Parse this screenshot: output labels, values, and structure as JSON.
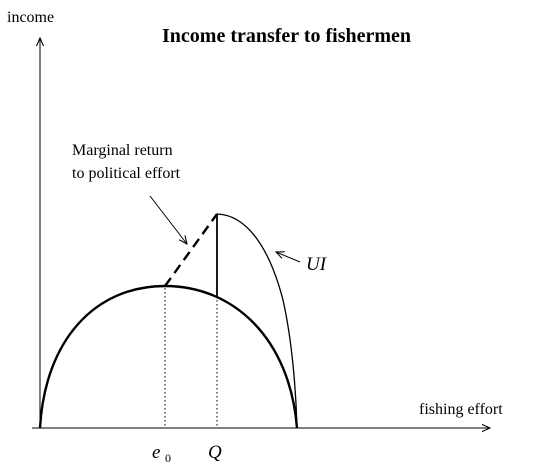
{
  "diagram": {
    "title": "Income transfer to fishermen",
    "y_axis_label": "income",
    "x_axis_label": "fishing effort",
    "annotation": {
      "line1": "Marginal return",
      "line2": "to political effort"
    },
    "curve_label": "UI",
    "tick_e": "e",
    "tick_e_sub": "0",
    "tick_q": "Q"
  }
}
